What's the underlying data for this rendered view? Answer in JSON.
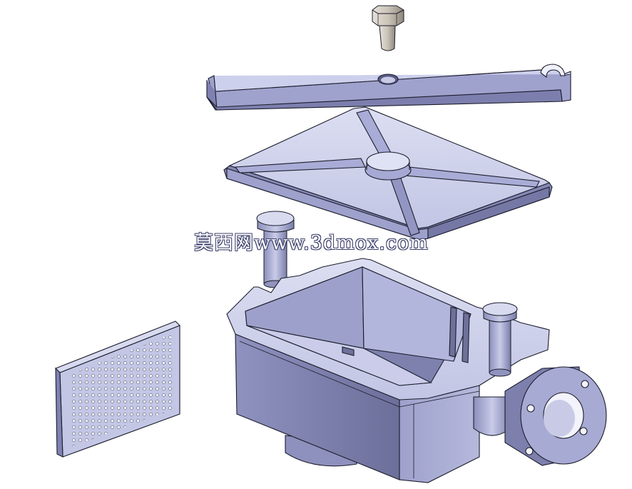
{
  "watermark": {
    "text": "莫西网www.3dmox.com"
  },
  "colors": {
    "steel_light": "#d4d6ee",
    "steel_mid": "#a9acd2",
    "steel_dark": "#6e7199",
    "outline": "#1c1d2c",
    "bolt": "#cfc9c0",
    "background": "#ffffff"
  },
  "parts": [
    "hex-bolt",
    "clamp-bar",
    "ribbed-cover",
    "pins",
    "strainer-housing",
    "flange-outlet",
    "perforated-screen"
  ]
}
